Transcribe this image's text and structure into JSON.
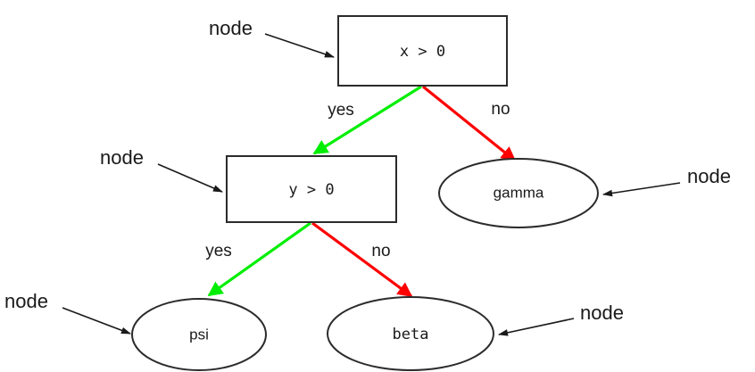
{
  "diagram": {
    "type": "decision-tree",
    "title": "",
    "background_color": "#ffffff",
    "colors": {
      "yes_edge": "#00ee00",
      "no_edge": "#fd0000",
      "shape_stroke": "#2b2b2b",
      "text": "#1a1a1a",
      "annotation": "#1a1a1a"
    },
    "nodes": [
      {
        "id": "root",
        "label": "x > 0",
        "shape": "rectangle",
        "kind": "decision",
        "font": "monospace"
      },
      {
        "id": "second",
        "label": "y > 0",
        "shape": "rectangle",
        "kind": "decision",
        "font": "monospace"
      },
      {
        "id": "gamma",
        "label": "gamma",
        "shape": "ellipse",
        "kind": "leaf",
        "font": "sans-serif"
      },
      {
        "id": "psi",
        "label": "psi",
        "shape": "ellipse",
        "kind": "leaf",
        "font": "sans-serif"
      },
      {
        "id": "beta",
        "label": "beta",
        "shape": "ellipse",
        "kind": "leaf",
        "font": "monospace"
      }
    ],
    "edges": [
      {
        "id": "root-yes",
        "from": "root",
        "to": "second",
        "label": "yes",
        "branch": "yes"
      },
      {
        "id": "root-no",
        "from": "root",
        "to": "gamma",
        "label": "no",
        "branch": "no"
      },
      {
        "id": "second-yes",
        "from": "second",
        "to": "psi",
        "label": "yes",
        "branch": "yes"
      },
      {
        "id": "second-no",
        "from": "second",
        "to": "beta",
        "label": "no",
        "branch": "no"
      }
    ],
    "annotations": [
      {
        "id": "annot-root",
        "label": "node",
        "points_to": "root"
      },
      {
        "id": "annot-second",
        "label": "node",
        "points_to": "second"
      },
      {
        "id": "annot-gamma",
        "label": "node",
        "points_to": "gamma"
      },
      {
        "id": "annot-psi",
        "label": "node",
        "points_to": "psi"
      },
      {
        "id": "annot-beta",
        "label": "node",
        "points_to": "beta"
      }
    ]
  }
}
